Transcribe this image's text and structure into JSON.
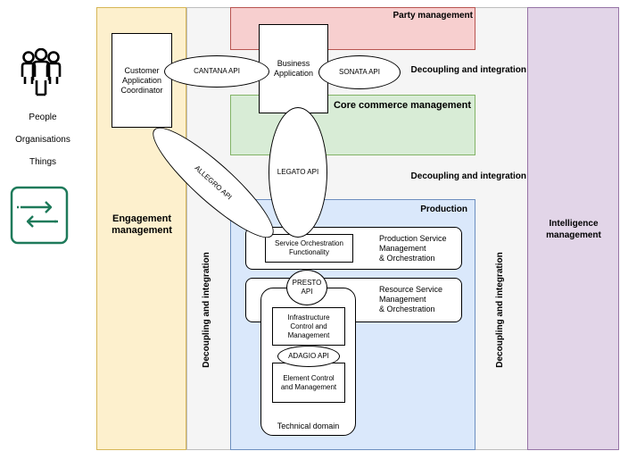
{
  "left_panel": {
    "people_icon": "people-group-icon",
    "exchange_icon": "exchange-arrows-icon",
    "labels": [
      "People",
      "Organisations",
      "Things"
    ],
    "accent_color": "#1e7a5a"
  },
  "columns": {
    "engagement": {
      "label": "Engagement\nmanagement",
      "color": "#fdf0cd"
    },
    "decoupling_left": {
      "label": "Decoupling and integration"
    },
    "decoupling_right": {
      "label": "Decoupling and integration"
    },
    "intelligence": {
      "label": "Intelligence\nmanagement",
      "color": "#e2d5e8"
    }
  },
  "bands": {
    "party": {
      "label": "Party management",
      "color": "#f7cfcf"
    },
    "decoupling_top": {
      "label": "Decoupling and integration"
    },
    "core_commerce": {
      "label": "Core commerce management",
      "color": "#d8ecd6"
    },
    "decoupling_mid": {
      "label": "Decoupling and integration"
    },
    "production": {
      "label": "Production",
      "color": "#dae8fb"
    }
  },
  "boxes": {
    "customer_app": "Customer\nApplication\nCoordinator",
    "business_app": "Business\nApplication",
    "service_orch": "Service Orchestration\nFunctionality",
    "production_sm": "Production Service\nManagement\n& Orchestration",
    "resource_sm": "Resource Service\nManagement\n& Orchestration",
    "infra": "Infrastructure\nControl and\nManagement",
    "element": "Element Control\nand Management",
    "technical_domain": "Technical domain"
  },
  "apis": {
    "cantana": "CANTANA API",
    "sonata": "SONATA API",
    "allegro": "ALLEGRO API",
    "legato": "LEGATO API",
    "presto": "PRESTO\nAPI",
    "adagio": "ADAGIO API"
  }
}
